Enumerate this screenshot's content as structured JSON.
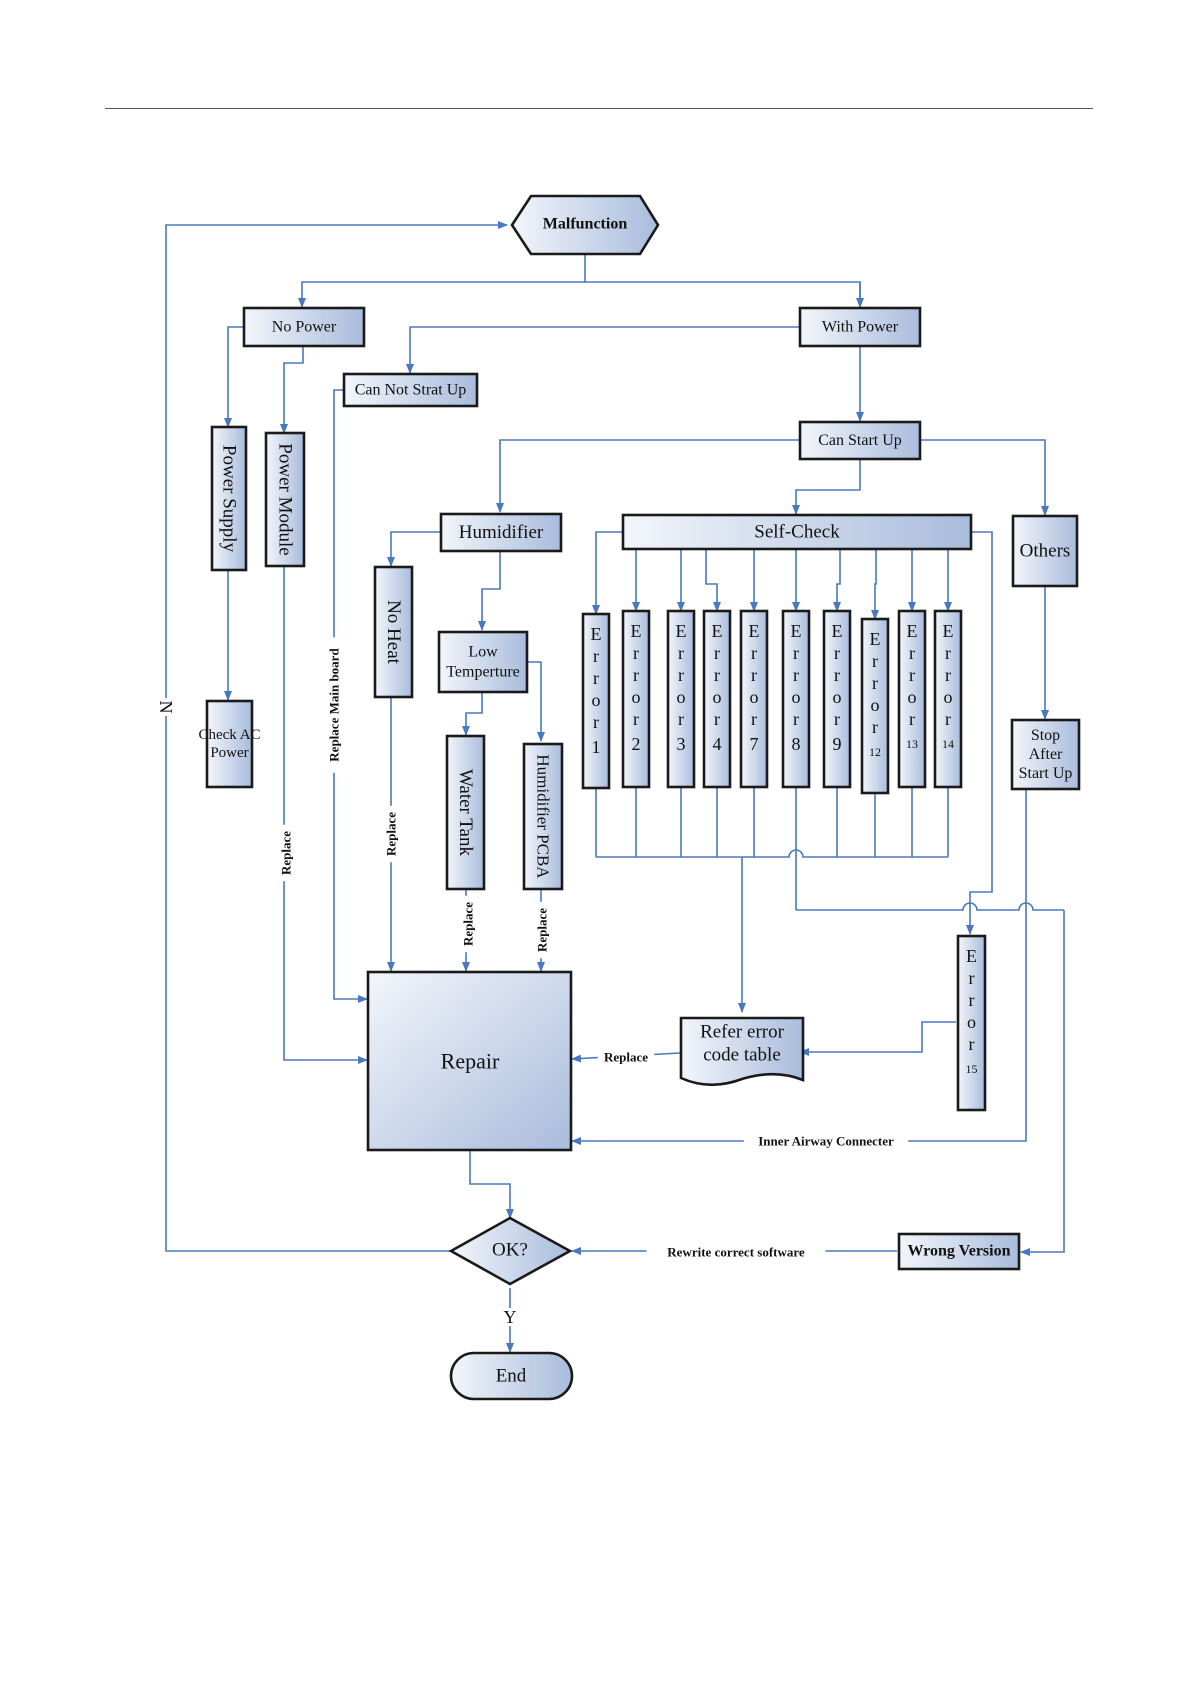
{
  "colors": {
    "connector": "#4a78c0",
    "box_border": "#1a1a1a",
    "fill_light": "#f3f6fb",
    "fill_dark": "#a9bcdc"
  },
  "nodes": {
    "malfunction": "Malfunction",
    "no_power": "No Power",
    "with_power": "With Power",
    "can_not_start_up": "Can Not Strat Up",
    "can_start_up": "Can Start Up",
    "power_supply": "Power Supply",
    "power_module": "Power Module",
    "check_ac_power": "Check AC Power",
    "humidifier": "Humidifier",
    "no_heat": "No Heat",
    "low_temperture": "Low Temperture",
    "water_tank": "Water Tank",
    "humidifier_pcba": "Humidifier PCBA",
    "self_check": "Self-Check",
    "others": "Others",
    "stop_after_start_up": "Stop After Start Up",
    "error_letters": "Error",
    "error_numbers": [
      "1",
      "2",
      "3",
      "4",
      "7",
      "8",
      "9",
      "12",
      "13",
      "14"
    ],
    "error_15_number": "15",
    "refer_error_code_table": "Refer error code table",
    "repair": "Repair",
    "ok": "OK?",
    "end": "End",
    "wrong_version": "Wrong Version"
  },
  "edge_labels": {
    "replace": "Replace",
    "replace_main_board": "Replace Main board",
    "inner_airway_connecter": "Inner Airway Connecter",
    "rewrite_correct_software": "Rewrite correct software",
    "yes": "Y",
    "no": "N"
  }
}
